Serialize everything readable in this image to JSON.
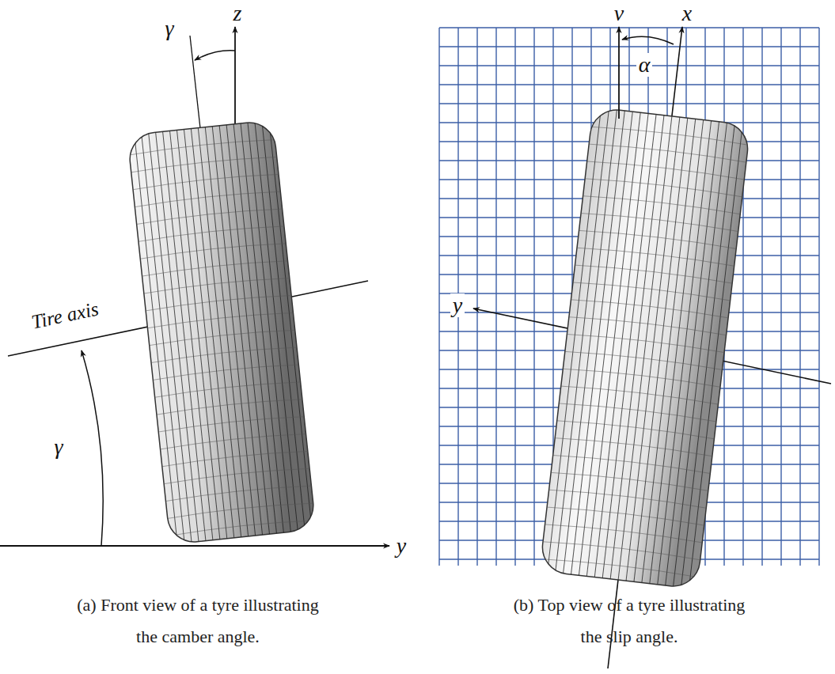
{
  "diagram": {
    "labels": [
      "γ",
      "z",
      "Tire axis",
      "γ",
      "y",
      "v",
      "α",
      "x",
      "y",
      "(a) Front view of a tyre illustrating the camber angle.",
      "(b) Top view of a tyre illustrating the slip angle."
    ]
  }
}
